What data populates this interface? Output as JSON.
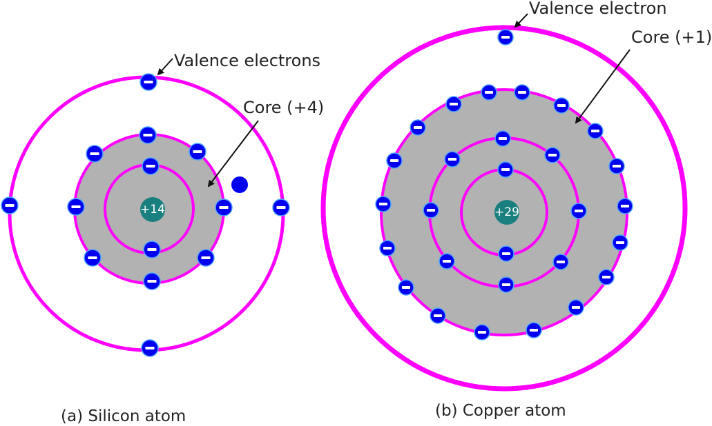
{
  "colors": {
    "shell": "#ff00ff",
    "core_fill": "#b2b2b2",
    "electron": "#0000ee",
    "nucleus": "#1a7f7f",
    "text": "#222222",
    "arrow": "#111111"
  },
  "silicon": {
    "caption": "(a) Silicon atom",
    "nucleus_label": "+14",
    "valence_label": "Valence electrons",
    "core_label": "Core (+4)",
    "electron_symbol": "minus"
  },
  "copper": {
    "caption": "(b) Copper atom",
    "nucleus_label": "+29",
    "valence_label": "Valence electron",
    "core_label": "Core (+1)",
    "electron_symbol": "minus"
  }
}
